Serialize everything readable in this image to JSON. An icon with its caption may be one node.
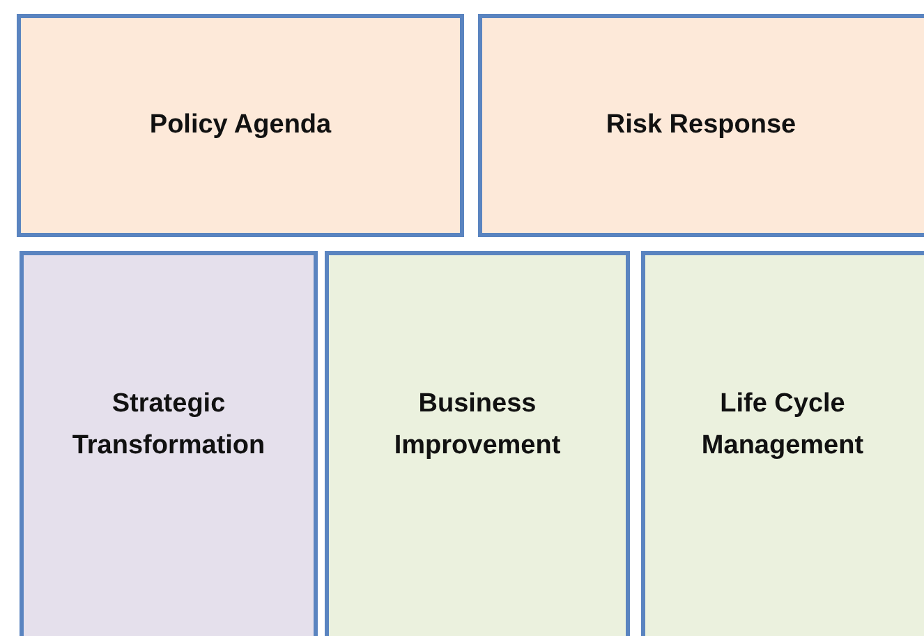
{
  "diagram": {
    "nodes": [
      {
        "text": [
          "Policy Agenda"
        ]
      },
      {
        "text": [
          "Risk Response"
        ]
      },
      {
        "text": [
          "Strategic Transformation"
        ]
      },
      {
        "text": [
          "Business Improvement"
        ]
      },
      {
        "text": [
          "Life Cycle Management"
        ]
      }
    ]
  }
}
